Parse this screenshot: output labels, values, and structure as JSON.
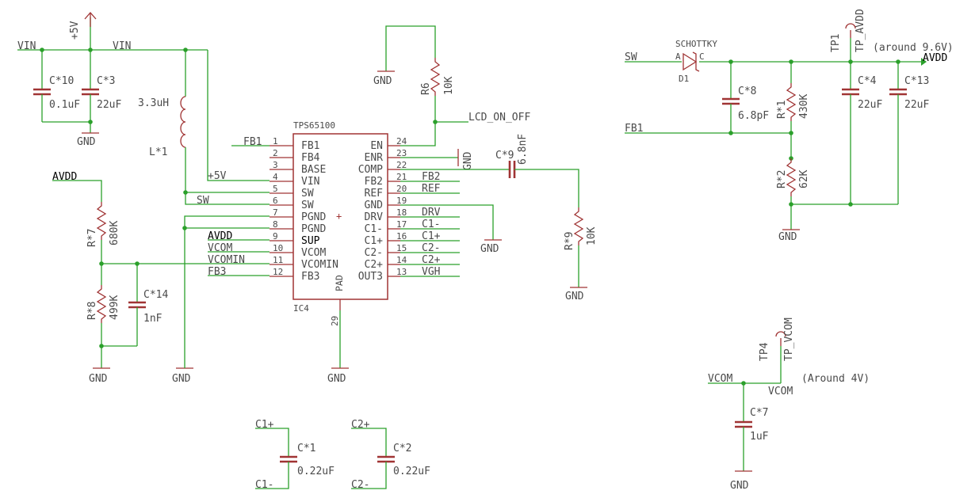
{
  "nets": {
    "plus5v": "+5V",
    "vin_left": "VIN",
    "vin_top": "VIN",
    "gnd": "GND",
    "avdd_left": "AVDD",
    "avdd_sup": "AVDD",
    "avdd_right": "AVDD",
    "plus5v_pin": "+5V",
    "sw_pin": "SW",
    "sw_right": "SW",
    "fb1_pin": "FB1",
    "fb1_right": "FB1",
    "vcom_pin": "VCOM",
    "vcomin_pin": "VCOMIN",
    "fb3_pin": "FB3",
    "fb2_pin": "FB2",
    "ref_pin": "REF",
    "drv_pin": "DRV",
    "c1m_pin": "C1-",
    "c1p_pin": "C1+",
    "c2m_pin": "C2-",
    "c2p_pin": "C2+",
    "vgh_pin": "VGH",
    "lcd_on_off": "LCD_ON_OFF",
    "c1p_cap": "C1+",
    "c1m_cap": "C1-",
    "c2p_cap": "C2+",
    "c2m_cap": "C2-",
    "vcom_right": "VCOM",
    "vcom_right2": "VCOM"
  },
  "components": {
    "c10": {
      "name": "C*10",
      "value": "0.1uF"
    },
    "c3": {
      "name": "C*3",
      "value": "22uF"
    },
    "l1": {
      "name": "L*1",
      "value": "3.3uH"
    },
    "r6": {
      "name": "R6",
      "value": "10K"
    },
    "c9": {
      "name": "C*9",
      "value": "6.8nF"
    },
    "r9": {
      "name": "R*9",
      "value": "10K"
    },
    "r7": {
      "name": "R*7",
      "value": "680K"
    },
    "r8": {
      "name": "R*8",
      "value": "499K"
    },
    "c14": {
      "name": "C*14",
      "value": "1nF"
    },
    "c1": {
      "name": "C*1",
      "value": "0.22uF"
    },
    "c2": {
      "name": "C*2",
      "value": "0.22uF"
    },
    "d1": {
      "name": "D1",
      "value": "SCHOTTKY",
      "anode": "A",
      "cathode": "C"
    },
    "c8": {
      "name": "C*8",
      "value": "6.8pF"
    },
    "r1": {
      "name": "R*1",
      "value": "430K"
    },
    "r2": {
      "name": "R*2",
      "value": "62K"
    },
    "c4": {
      "name": "C*4",
      "value": "22uF"
    },
    "c13": {
      "name": "C*13",
      "value": "22uF"
    },
    "c7": {
      "name": "C*7",
      "value": "1uF"
    },
    "tp1": {
      "name": "TP1",
      "value": "TP_AVDD",
      "note": "(around 9.6V)"
    },
    "tp4": {
      "name": "TP4",
      "value": "TP_VCOM",
      "note": "(Around 4V)"
    }
  },
  "ic": {
    "part": "TPS65100",
    "ref": "IC4",
    "pad_label": "PAD",
    "pad_num": "29",
    "plus": "+",
    "left_pins": [
      {
        "num": "1",
        "name": "FB1"
      },
      {
        "num": "2",
        "name": "FB4"
      },
      {
        "num": "3",
        "name": "BASE"
      },
      {
        "num": "4",
        "name": "VIN"
      },
      {
        "num": "5",
        "name": "SW"
      },
      {
        "num": "6",
        "name": "SW"
      },
      {
        "num": "7",
        "name": "PGND"
      },
      {
        "num": "8",
        "name": "PGND"
      },
      {
        "num": "9",
        "name": "SUP"
      },
      {
        "num": "10",
        "name": "VCOM"
      },
      {
        "num": "11",
        "name": "VCOMIN"
      },
      {
        "num": "12",
        "name": "FB3"
      }
    ],
    "right_pins": [
      {
        "num": "24",
        "name": "EN"
      },
      {
        "num": "23",
        "name": "ENR"
      },
      {
        "num": "22",
        "name": "COMP"
      },
      {
        "num": "21",
        "name": "FB2"
      },
      {
        "num": "20",
        "name": "REF"
      },
      {
        "num": "19",
        "name": "GND"
      },
      {
        "num": "18",
        "name": "DRV"
      },
      {
        "num": "17",
        "name": "C1-"
      },
      {
        "num": "16",
        "name": "C1+"
      },
      {
        "num": "15",
        "name": "C2-"
      },
      {
        "num": "14",
        "name": "C2+"
      },
      {
        "num": "13",
        "name": "OUT3"
      }
    ]
  }
}
